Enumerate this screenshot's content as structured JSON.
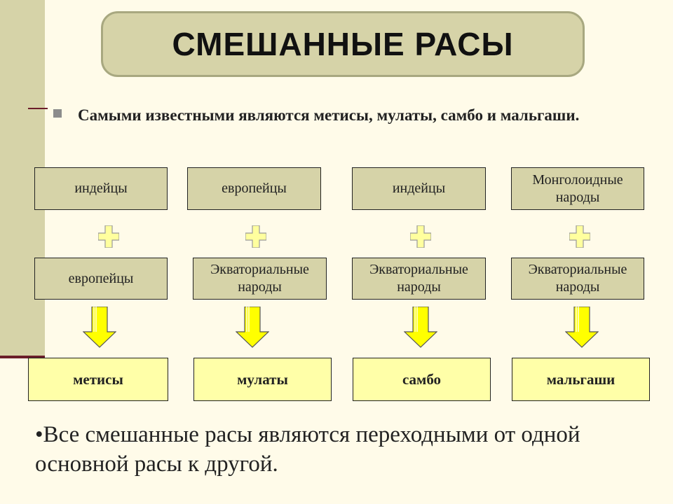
{
  "title": "СМЕШАННЫЕ  РАСЫ",
  "intro": "Самыми известными являются метисы, мулаты, самбо и мальгаши.",
  "columns": [
    {
      "parent_a": "индейцы",
      "parent_b": "европейцы",
      "result": "метисы"
    },
    {
      "parent_a": "европейцы",
      "parent_b": "Экваториальные народы",
      "result": "мулаты"
    },
    {
      "parent_a": "индейцы",
      "parent_b": "Экваториальные народы",
      "result": "самбо"
    },
    {
      "parent_a": "Монголоидные народы",
      "parent_b": "Экваториальные народы",
      "result": "мальгаши"
    }
  ],
  "note": "•Все смешанные расы являются переходными от одной основной расы к другой.",
  "icons": {
    "join": "plus-icon",
    "yields": "arrow-down-icon"
  },
  "colors": {
    "parent_fill": "#d6d3a8",
    "result_fill": "#ffffa8",
    "icon_fill": "#ffff9e",
    "arrow_fill": "#ffff00"
  }
}
